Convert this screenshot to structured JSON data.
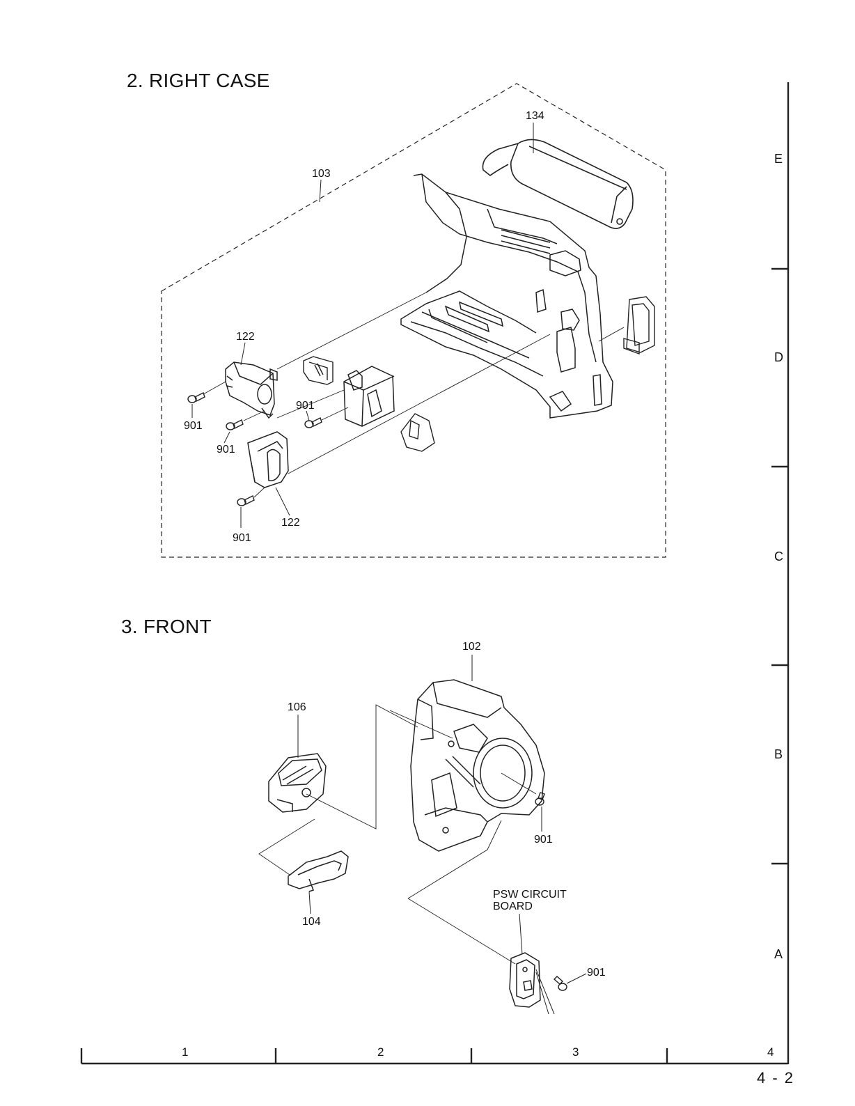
{
  "sections": [
    {
      "title": "2. RIGHT CASE"
    },
    {
      "title": "3. FRONT"
    }
  ],
  "right_case_labels": [
    "134",
    "103",
    "122",
    "901",
    "901",
    "901",
    "122",
    "901"
  ],
  "front_labels": [
    "102",
    "106",
    "901",
    "104",
    "901"
  ],
  "psw_board": {
    "line1": "PSW CIRCUIT",
    "line2": "BOARD"
  },
  "grid_rows": [
    "E",
    "D",
    "C",
    "B",
    "A"
  ],
  "grid_columns": [
    "1",
    "2",
    "3",
    "4"
  ],
  "page_number": "4 - 2"
}
